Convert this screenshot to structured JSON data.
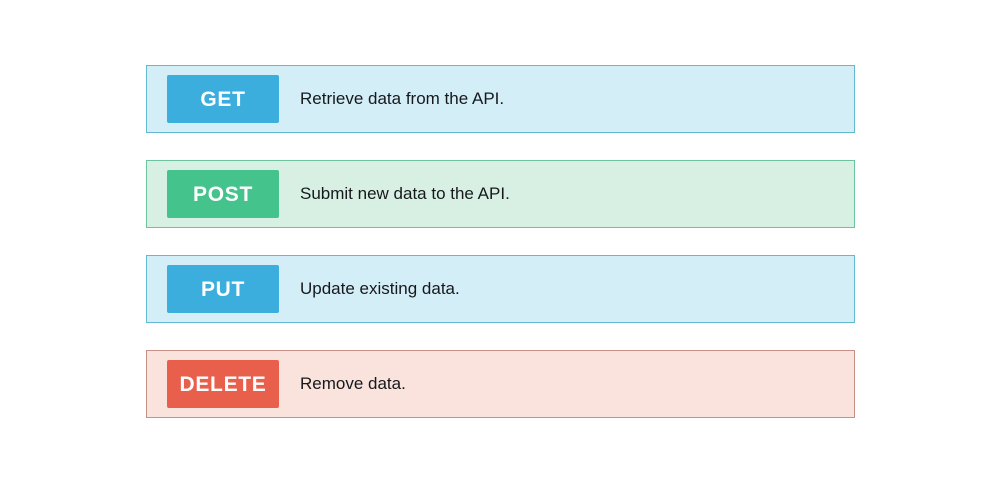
{
  "page": {
    "background": "#ffffff",
    "description_text_color": "#16191c",
    "badge_text_color": "#fdfdfd"
  },
  "methods": [
    {
      "method": "GET",
      "description": "Retrieve data from the API.",
      "badge_color": "#3caede",
      "row_background": "#d4eef8",
      "row_border": "#63b9cf"
    },
    {
      "method": "POST",
      "description": "Submit new data to the API.",
      "badge_color": "#44c48c",
      "row_background": "#d8f0e4",
      "row_border": "#6cc39d"
    },
    {
      "method": "PUT",
      "description": "Update existing data.",
      "badge_color": "#3caede",
      "row_background": "#d4eef8",
      "row_border": "#63b9cf"
    },
    {
      "method": "DELETE",
      "description": "Remove data.",
      "badge_color": "#e8604c",
      "row_background": "#fae2dd",
      "row_border": "#c79087"
    }
  ]
}
